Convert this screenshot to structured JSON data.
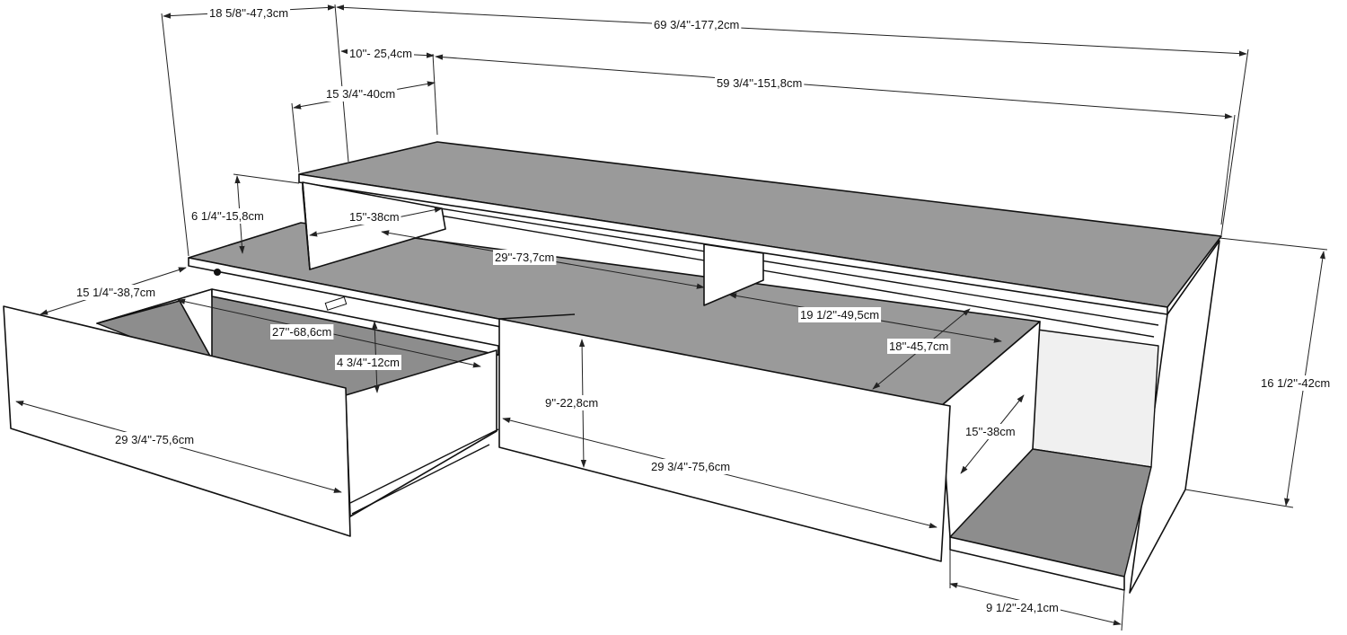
{
  "dimensions": {
    "total_width": "69 3/4''-177,2cm",
    "left_depth": "18 5/8''-47,3cm",
    "top_offset": "10''- 25,4cm",
    "top_shelf_width": "59 3/4''-151,8cm",
    "top_shelf_depth": "15 3/4''-40cm",
    "riser_height": "6 1/4''-15,8cm",
    "riser_depth": "15''-38cm",
    "shelf_span": "29''-73,7cm",
    "drawer_depth": "15 1/4''-38,7cm",
    "drawer_inner_width": "27''-68,6cm",
    "drawer_inner_height": "4 3/4''-12cm",
    "drawer_front_width": "29 3/4''-75,6cm",
    "door_height": "9''-22,8cm",
    "door_width": "29 3/4''-75,6cm",
    "right_top_width": "19 1/2''-49,5cm",
    "right_top_depth": "18''-45,7cm",
    "side_depth": "15''-38cm",
    "total_height": "16 1/2''-42cm",
    "open_bay_width": "9 1/2''-24,1cm"
  },
  "colors": {
    "top_surface": "#9a9a9a",
    "panel": "#ffffff",
    "line": "#111111"
  }
}
